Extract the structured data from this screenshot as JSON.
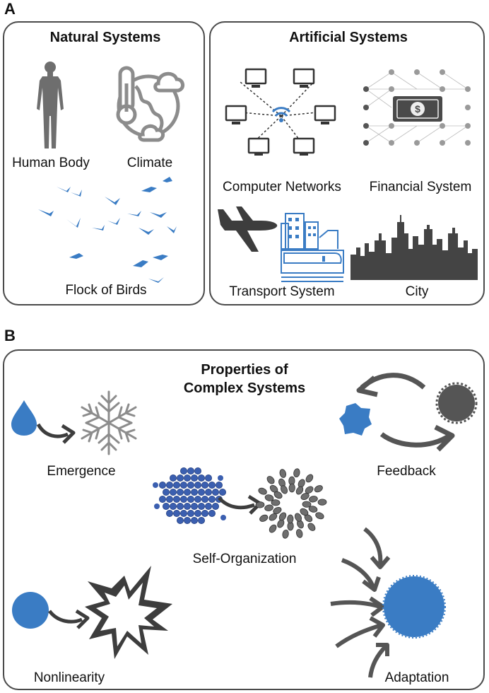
{
  "panel_a": {
    "letter": "A",
    "natural": {
      "title": "Natural Systems",
      "items": [
        "Human Body",
        "Climate",
        "Flock of Birds"
      ]
    },
    "artificial": {
      "title": "Artificial Systems",
      "items": [
        "Computer Networks",
        "Financial System",
        "Transport System",
        "City"
      ]
    }
  },
  "panel_b": {
    "letter": "B",
    "title_line1": "Properties of",
    "title_line2": "Complex Systems",
    "properties": [
      "Emergence",
      "Feedback",
      "Self-Organization",
      "Nonlinearity",
      "Adaptation"
    ]
  },
  "colors": {
    "accent": "#3a7cc4",
    "dark": "#4a4a4a",
    "grey": "#8c8c8c",
    "border": "#4a4a4a"
  },
  "icons": [
    "human-body-icon",
    "climate-icon",
    "bird-icon",
    "computer-network-icon",
    "money-icon",
    "airplane-icon",
    "train-icon",
    "city-skyline-icon",
    "drop-icon",
    "snowflake-icon",
    "arrow-icon",
    "explosion-icon",
    "circle-icon"
  ]
}
